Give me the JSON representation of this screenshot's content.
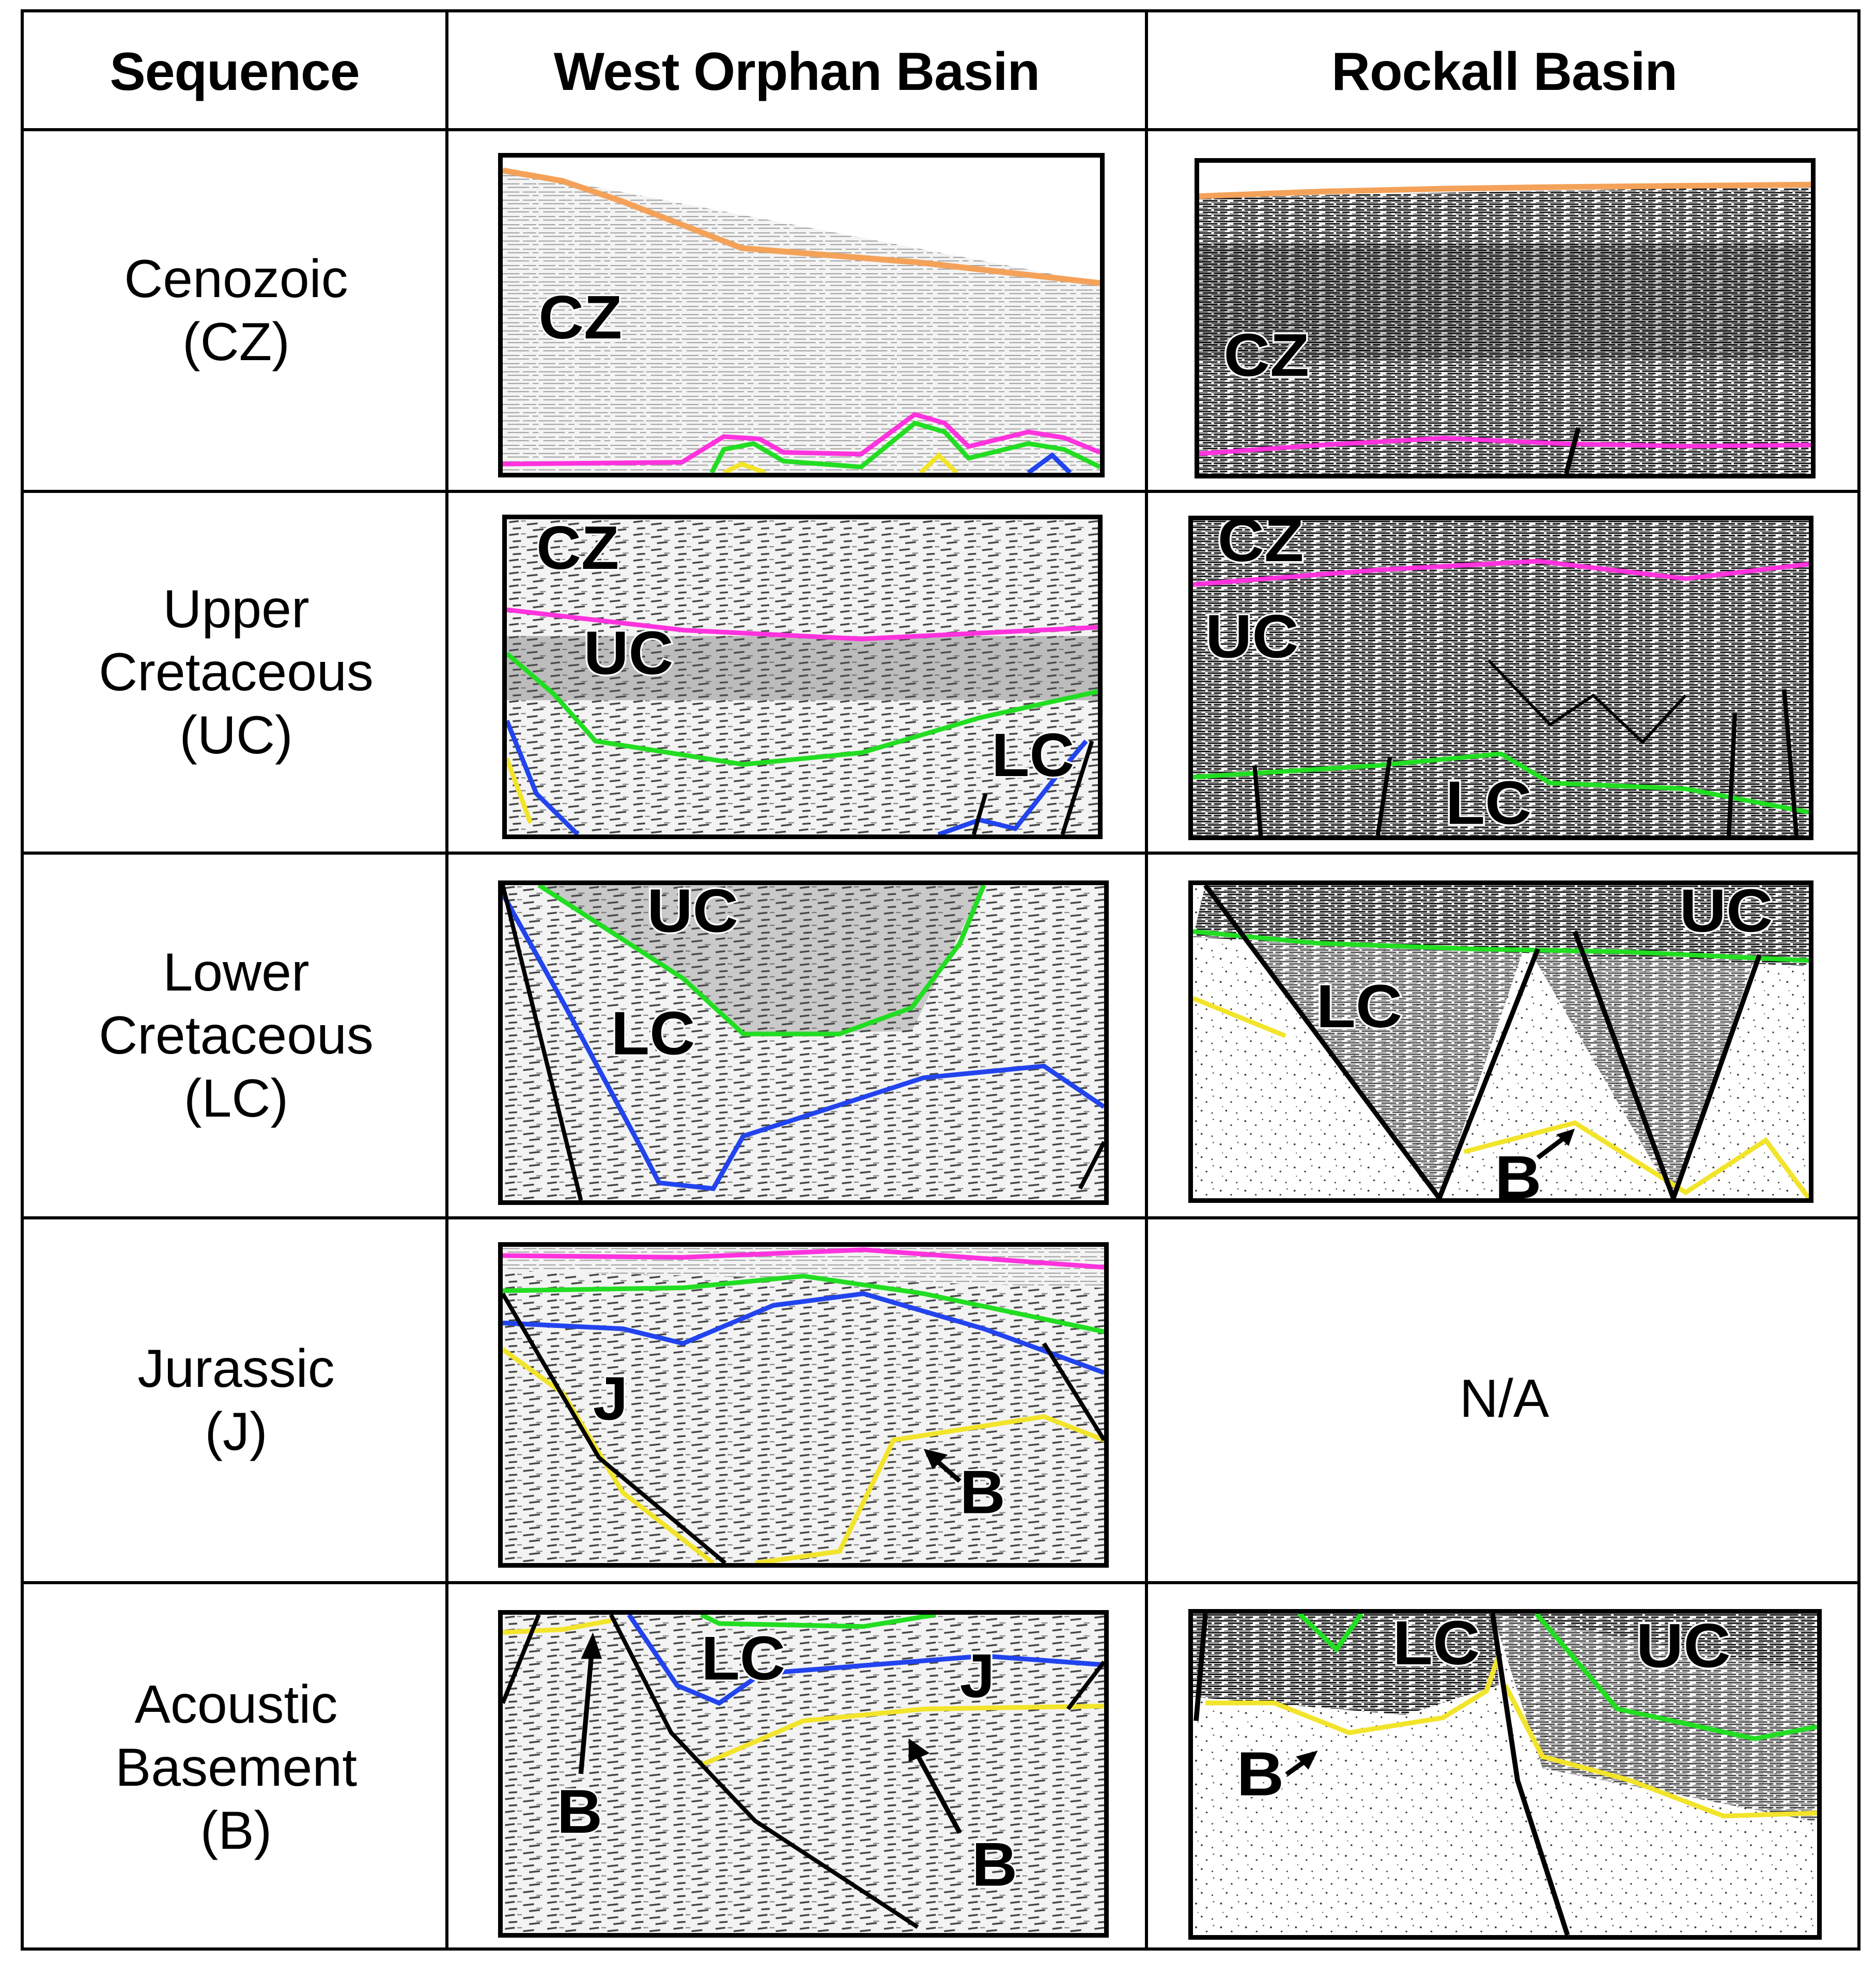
{
  "header": {
    "sequence": "Sequence",
    "west": "West Orphan Basin",
    "rockall": "Rockall Basin"
  },
  "rows": [
    {
      "lines": [
        "Cenozoic",
        "(CZ)"
      ]
    },
    {
      "lines": [
        "Upper",
        "Cretaceous",
        "(UC)"
      ]
    },
    {
      "lines": [
        "Lower",
        "Cretaceous",
        "(LC)"
      ]
    },
    {
      "lines": [
        "Jurassic",
        "(J)"
      ]
    },
    {
      "lines": [
        "Acoustic",
        "Basement",
        "(B)"
      ]
    }
  ],
  "panel_labels": {
    "cz": "CZ",
    "uc": "UC",
    "lc": "LC",
    "j": "J",
    "b": "B"
  },
  "na": "N/A",
  "horizon_colors": {
    "seafloor": "#f4a259",
    "top_uc": "#ff33dd",
    "top_lc": "#22dd22",
    "top_j": "#2244ee",
    "basement": "#f2e42a",
    "fault": "#000000"
  }
}
